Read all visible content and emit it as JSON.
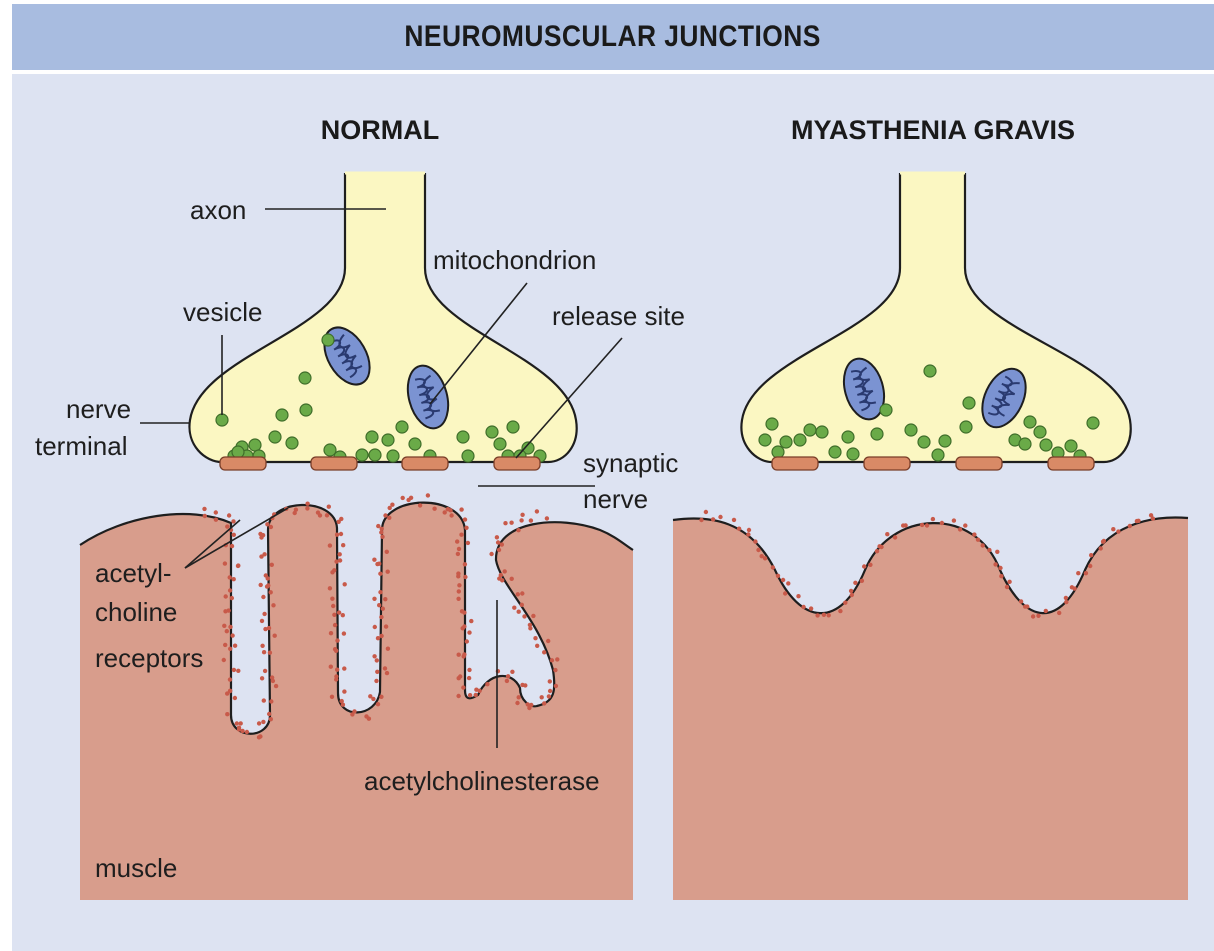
{
  "title": "NEUROMUSCULAR JUNCTIONS",
  "panels": {
    "normal": {
      "heading": "NORMAL"
    },
    "myasthenia": {
      "heading": "MYASTHENIA GRAVIS"
    }
  },
  "labels": {
    "axon": "axon",
    "mitochondrion": "mitochondrion",
    "vesicle": "vesicle",
    "release_site": "release site",
    "nerve": "nerve",
    "terminal": "terminal",
    "synaptic": "synaptic",
    "synaptic_nerve": "nerve",
    "acetyl": "acetyl-",
    "choline": "choline",
    "receptors": "receptors",
    "acetylcholinesterase": "acetylcholinesterase",
    "muscle": "muscle"
  },
  "colors": {
    "header": "#a8bce0",
    "background": "#dde3f2",
    "nerve_terminal": "#fbf7c2",
    "vesicle": "#6aaa48",
    "mitochondrion": "#7b93d2",
    "release_site": "#d98a66",
    "muscle": "#d89d8c",
    "receptor": "#c85a4a"
  }
}
